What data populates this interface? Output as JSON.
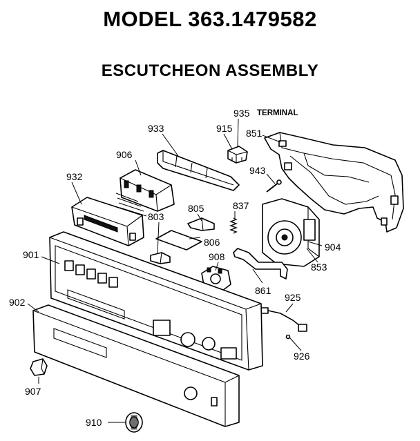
{
  "header": {
    "model_title": "MODEL 363.1479582",
    "assembly_title": "ESCUTCHEON ASSEMBLY"
  },
  "callouts": {
    "p933": "933",
    "p915": "915",
    "p935": "935",
    "terminal": "TERMINAL",
    "p851": "851",
    "p906": "906",
    "p943": "943",
    "p932": "932",
    "p805": "805",
    "p837": "837",
    "p803": "803",
    "p806": "806",
    "p901": "901",
    "p908": "908",
    "p904": "904",
    "p853": "853",
    "p861": "861",
    "p902": "902",
    "p925": "925",
    "p926": "926",
    "p907": "907",
    "p910": "910"
  }
}
